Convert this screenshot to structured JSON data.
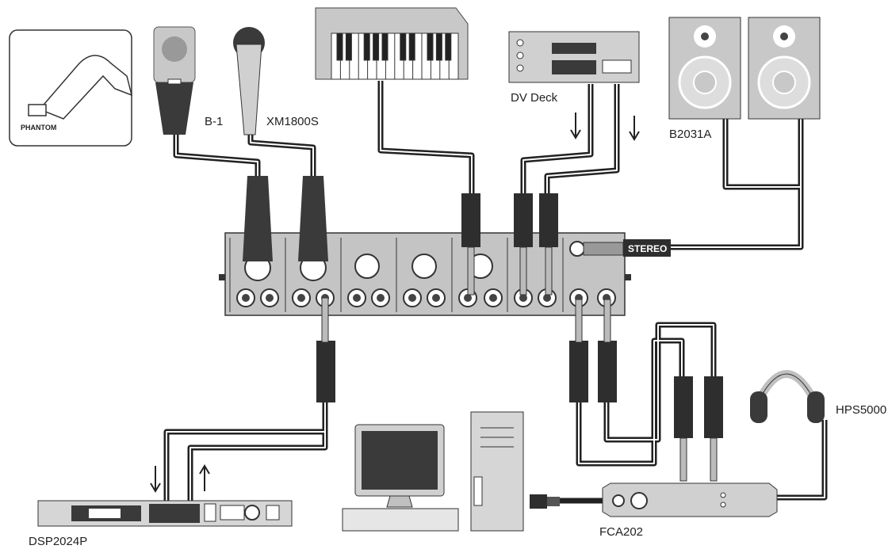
{
  "devices": {
    "phantom_label": "PHANTOM",
    "b1": "B-1",
    "xm1800s": "XM1800S",
    "dv_deck": "DV Deck",
    "b2031a": "B2031A",
    "hps5000": "HPS5000",
    "dsp2024p": "DSP2024P",
    "fca202": "FCA202"
  },
  "mixer": {
    "stereo_label": "STEREO"
  },
  "colors": {
    "device_gray": "#c8c8c8",
    "device_dark": "#3a3a3a",
    "cable": "#222222",
    "plug": "#2e2e2e"
  }
}
